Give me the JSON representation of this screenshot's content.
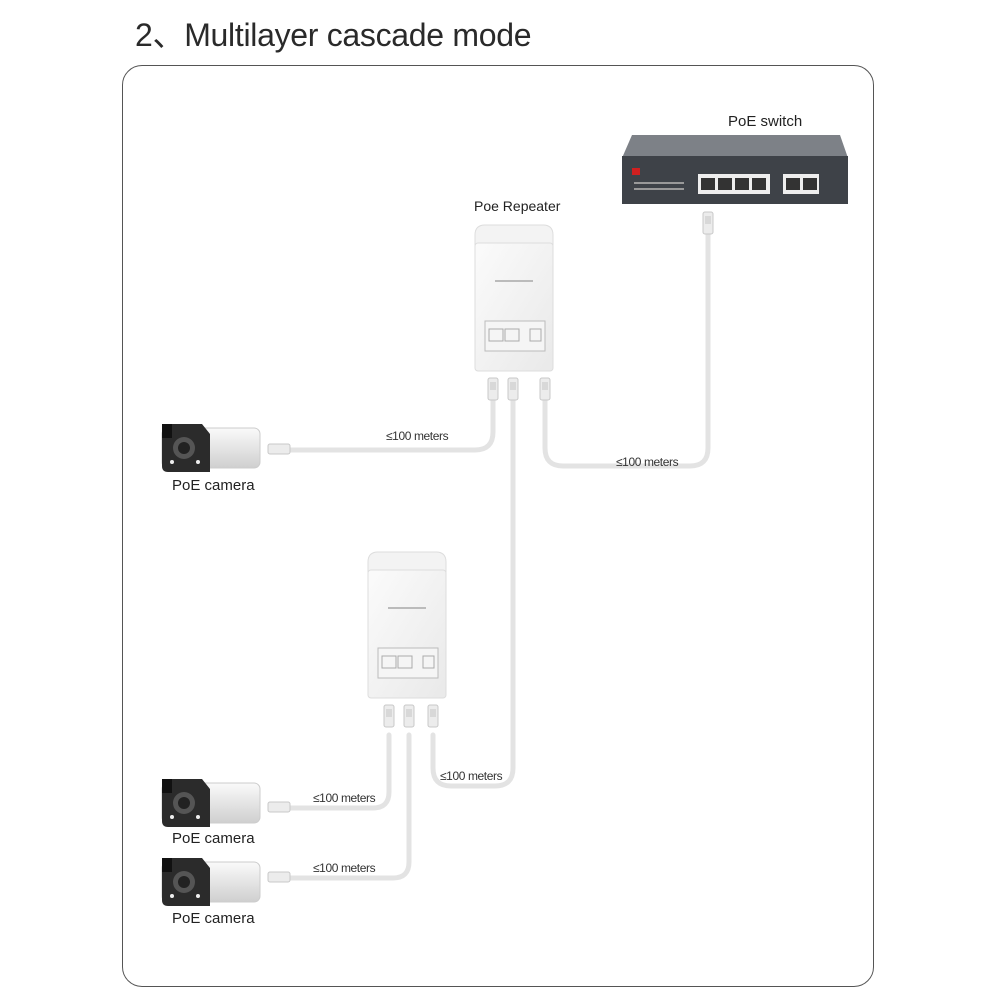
{
  "title": "2、Multilayer cascade mode",
  "devices": {
    "switch_label": "PoE switch",
    "repeater_label": "Poe Repeater",
    "camera_labels": [
      "PoE camera",
      "PoE camera",
      "PoE camera"
    ]
  },
  "cables": {
    "switch_to_repeater": "≤100 meters",
    "repeater1_to_camera1": "≤100 meters",
    "repeater1_to_repeater2": "≤100 meters",
    "repeater2_to_camera2": "≤100 meters",
    "repeater2_to_camera3": "≤100 meters"
  },
  "colors": {
    "cable": "#e3e3e3",
    "switch_body": "#3e4248",
    "frame": "#555555"
  }
}
